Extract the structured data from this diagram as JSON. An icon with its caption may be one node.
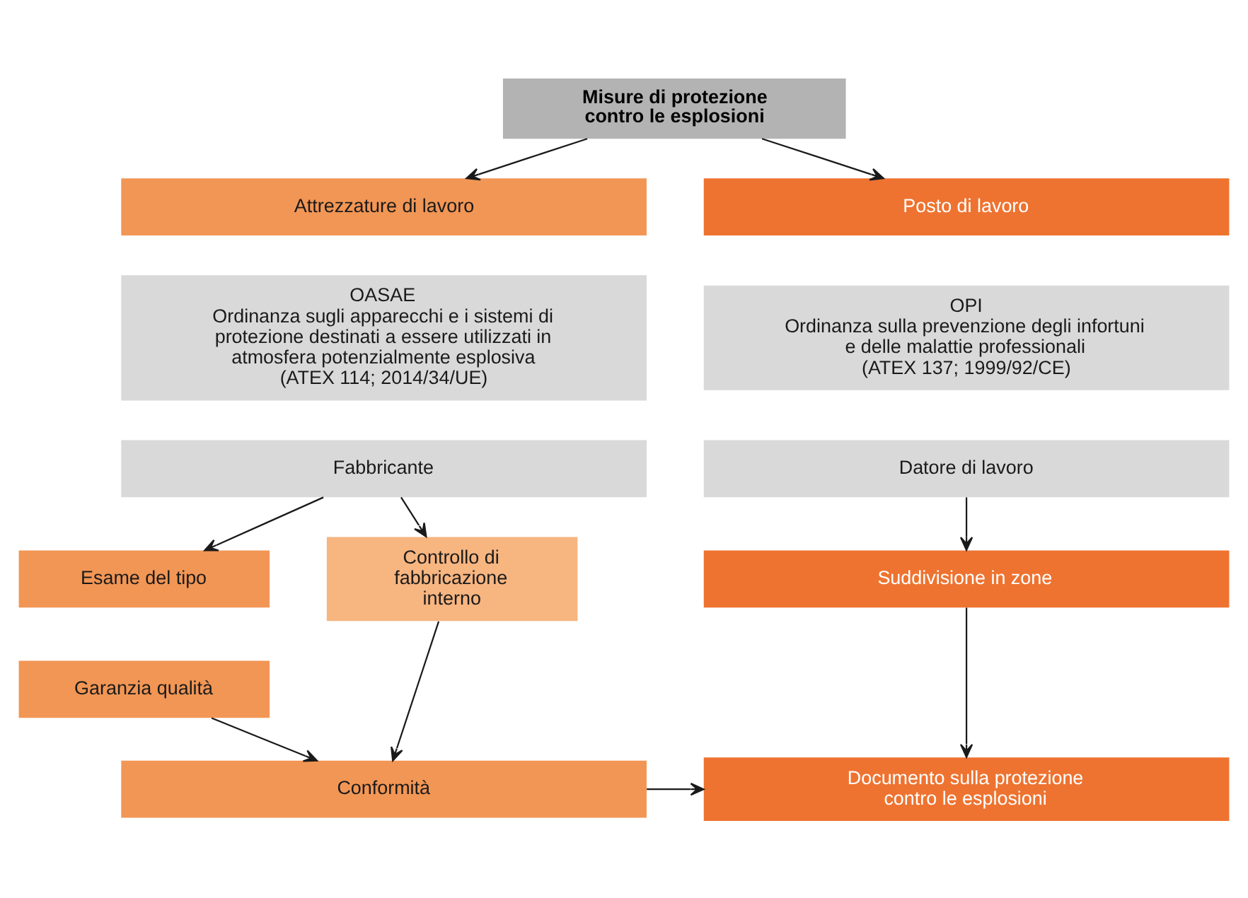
{
  "diagram": {
    "nodes": [
      {
        "text": [
          "Misure di protezione contro le esplosioni"
        ]
      },
      {
        "text": [
          "Attrezzature di lavoro"
        ]
      },
      {
        "text": [
          "OASAE",
          "Ordinanza sugli apparecchi e i sistemi di protezione destinati a essere utilizzati in atmosfera potenzialmente esplosiva",
          "(ATEX 114; 2014/34/UE)"
        ]
      },
      {
        "text": [
          "Fabbricante"
        ]
      },
      {
        "text": [
          "Esame del tipo"
        ]
      },
      {
        "text": [
          "Garanzia qualità"
        ]
      },
      {
        "text": [
          "Controllo di fabbricazione interno"
        ]
      },
      {
        "text": [
          "Conformità"
        ]
      },
      {
        "text": [
          "Posto di lavoro"
        ]
      },
      {
        "text": [
          "OPI",
          "Ordinanza sulla prevenzione degli infortuni e delle malattie professionali",
          "(ATEX 137; 1999/92/CE)"
        ]
      },
      {
        "text": [
          "Datore di lavoro"
        ]
      },
      {
        "text": [
          "Suddivisione in zone"
        ]
      },
      {
        "text": [
          "Documento sulla protezione contro le esplosioni"
        ]
      }
    ],
    "edges": [
      {
        "from": 0,
        "to": 1,
        "arrow": "to"
      },
      {
        "from": 0,
        "to": 8,
        "arrow": "to"
      },
      {
        "from": 3,
        "to": 4,
        "arrow": "to"
      },
      {
        "from": 3,
        "to": 6,
        "arrow": "to"
      },
      {
        "from": 5,
        "to": 7,
        "arrow": "to"
      },
      {
        "from": 6,
        "to": 7,
        "arrow": "to"
      },
      {
        "from": 10,
        "to": 11,
        "arrow": "to"
      },
      {
        "from": 11,
        "to": 12,
        "arrow": "to"
      },
      {
        "from": 7,
        "to": 12,
        "arrow": "to"
      }
    ]
  }
}
